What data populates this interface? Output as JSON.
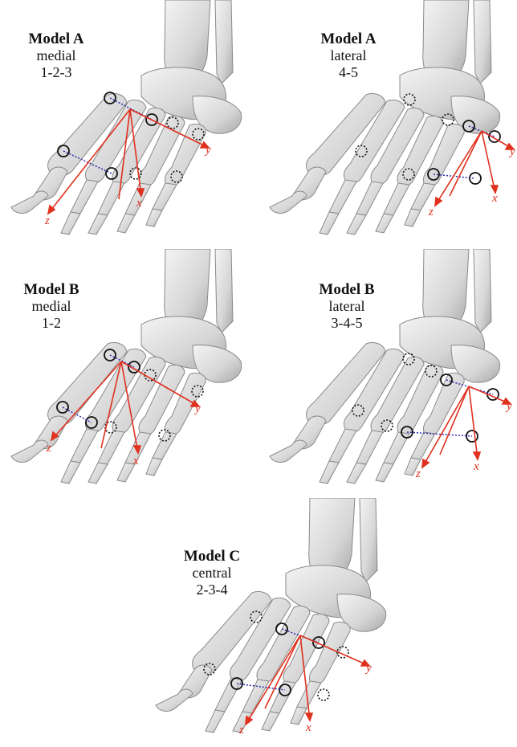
{
  "colors": {
    "axis": "#e0301e",
    "marker_line": "#2b2bb0",
    "marker": "#111111",
    "bone_light": "#f2f2f2",
    "bone_mid": "#cfcfcf",
    "bone_dark": "#9a9a9a"
  },
  "panels": [
    {
      "name": "Model A",
      "subtitle": "medial",
      "segments": "1-2-3",
      "axes": {
        "x": "x",
        "y": "y",
        "z": "z"
      }
    },
    {
      "name": "Model A",
      "subtitle": "lateral",
      "segments": "4-5",
      "axes": {
        "x": "x",
        "y": "y",
        "z": "z"
      }
    },
    {
      "name": "Model B",
      "subtitle": "medial",
      "segments": "1-2",
      "axes": {
        "x": "x",
        "y": "y",
        "z": "z"
      }
    },
    {
      "name": "Model B",
      "subtitle": "lateral",
      "segments": "3-4-5",
      "axes": {
        "x": "x",
        "y": "y",
        "z": "z"
      }
    },
    {
      "name": "Model C",
      "subtitle": "central",
      "segments": "2-3-4",
      "axes": {
        "x": "x",
        "y": "y",
        "z": "z"
      }
    }
  ]
}
